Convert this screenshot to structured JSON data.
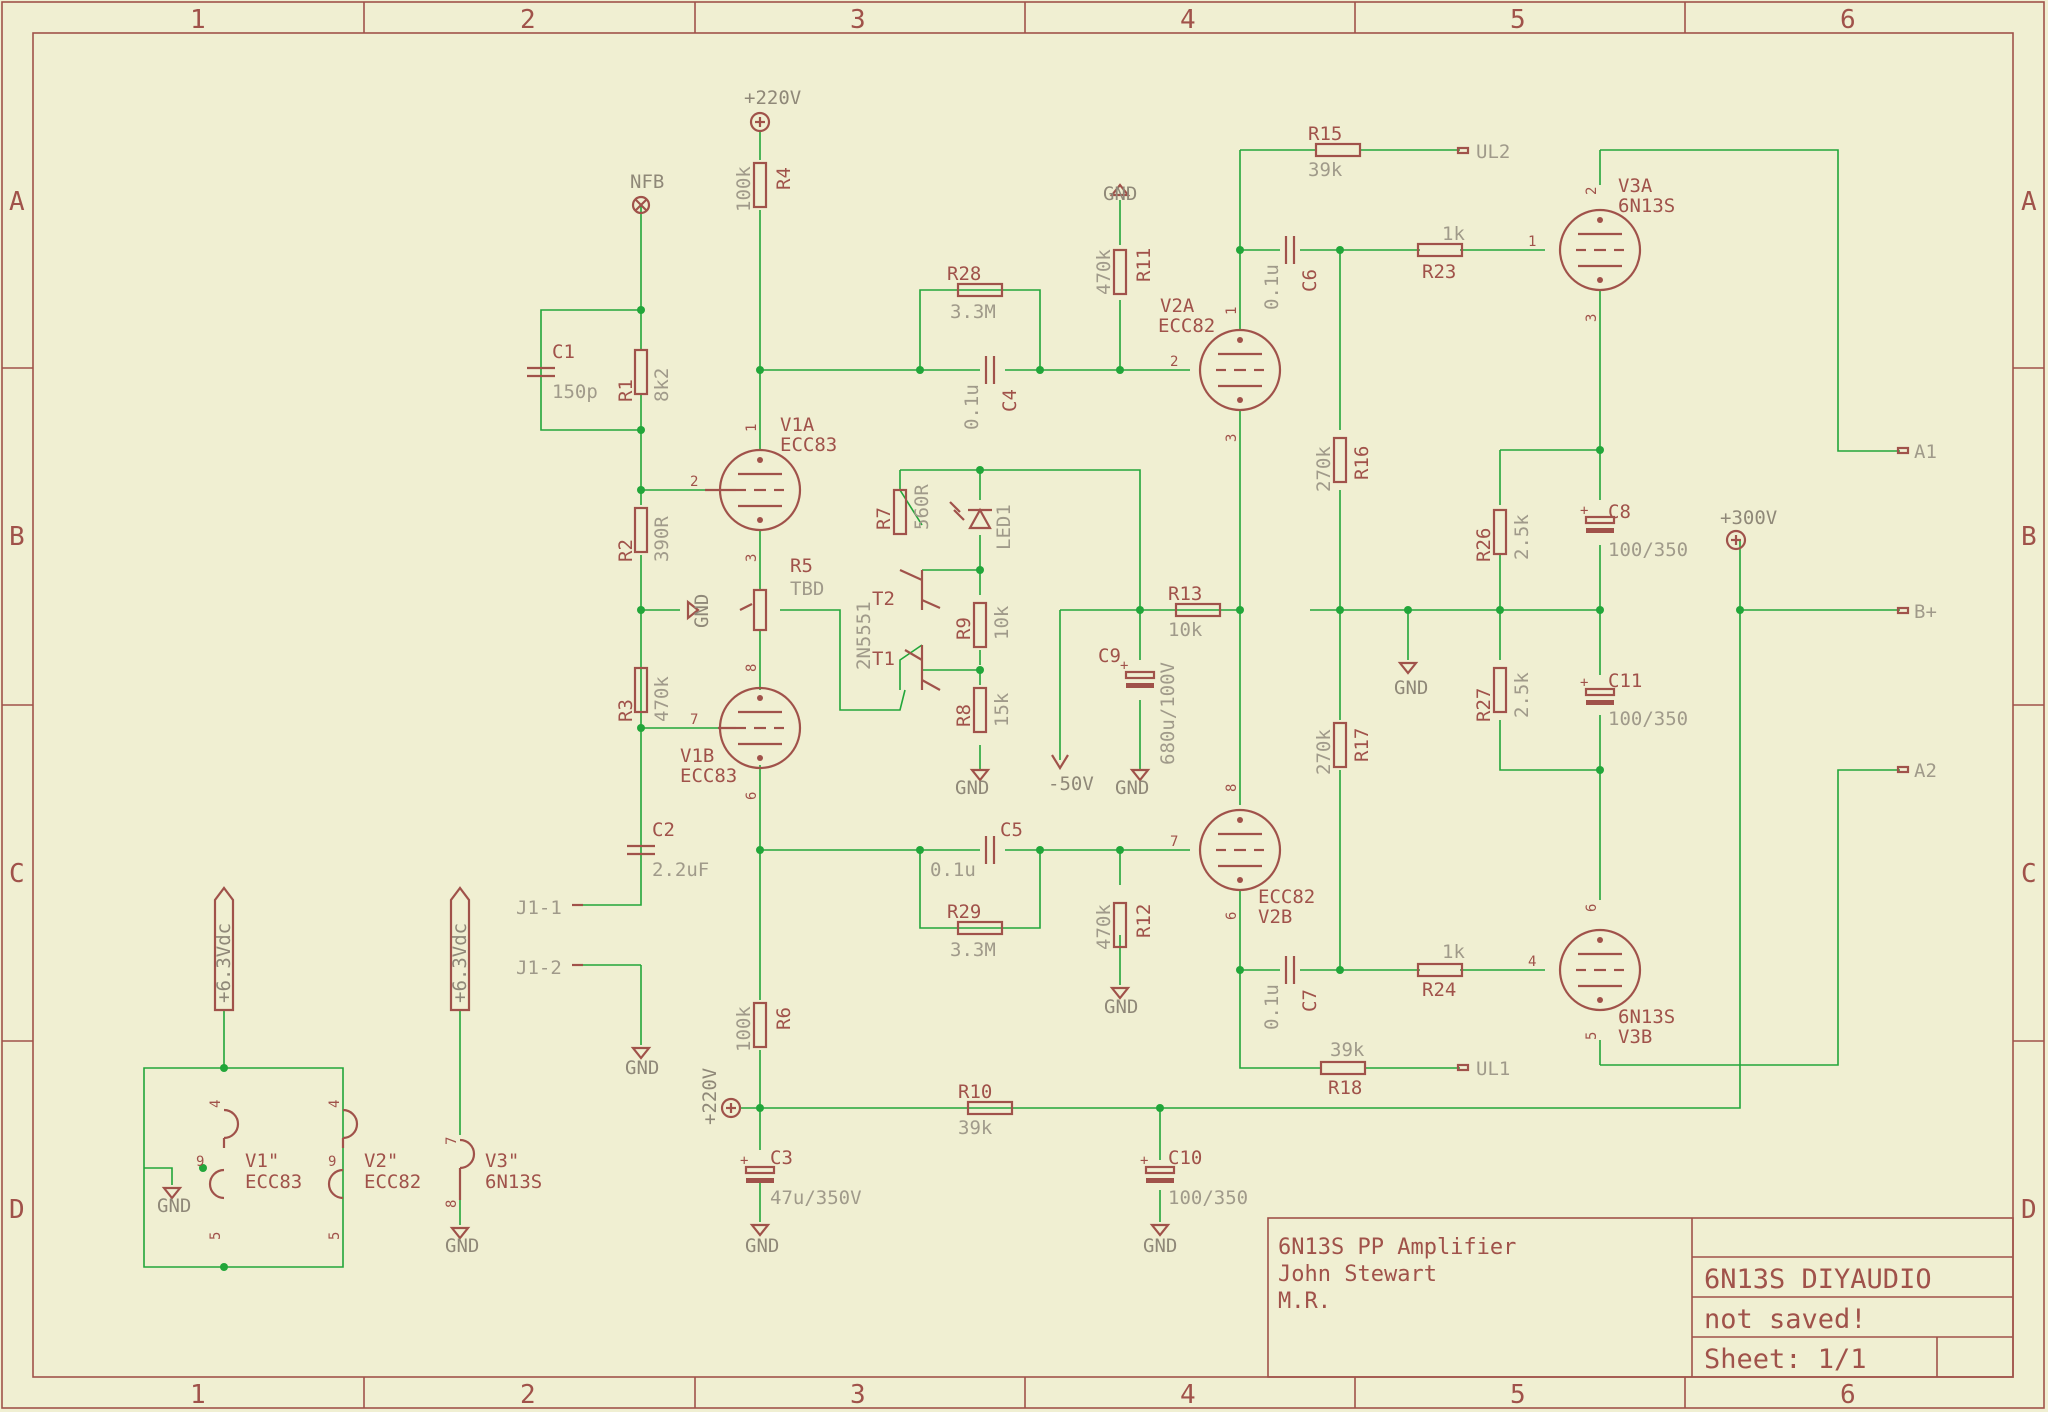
{
  "colors": {
    "background": "#f0efd2",
    "wire": "#22a63a",
    "component": "#a0524a",
    "value_text": "#a09a8a"
  },
  "frame": {
    "columns": [
      "1",
      "2",
      "3",
      "4",
      "5",
      "6"
    ],
    "rows": [
      "A",
      "B",
      "C",
      "D"
    ]
  },
  "title_block": {
    "project": "6N13S PP Amplifier",
    "author": "John Stewart",
    "initials": "M.R.",
    "drawing_name": "6N13S DIYAUDIO",
    "status": "not saved!",
    "sheet": "Sheet: 1/1"
  },
  "supplies": {
    "b220_top": "+220V",
    "b220_low": "+220V",
    "b300": "+300V",
    "neg50": "-50V",
    "nfb": "NFB",
    "heater_a": "+6.3Vdc",
    "heater_b": "+6.3Vdc"
  },
  "ports": {
    "ul2": "UL2",
    "ul1": "UL1",
    "a1": "A1",
    "bplus": "B+",
    "a2": "A2",
    "j11": "J1-1",
    "j12": "J1-2"
  },
  "gnd": "GND",
  "resistors": [
    {
      "ref": "R4",
      "val": "100k"
    },
    {
      "ref": "R1",
      "val": "8k2"
    },
    {
      "ref": "R2",
      "val": "390R"
    },
    {
      "ref": "R3",
      "val": "470k"
    },
    {
      "ref": "R6",
      "val": "100k"
    },
    {
      "ref": "R28",
      "val": "3.3M"
    },
    {
      "ref": "R29",
      "val": "3.3M"
    },
    {
      "ref": "R11",
      "val": "470k"
    },
    {
      "ref": "R12",
      "val": "470k"
    },
    {
      "ref": "R7",
      "val": "560R"
    },
    {
      "ref": "R9",
      "val": "10k"
    },
    {
      "ref": "R8",
      "val": "15k"
    },
    {
      "ref": "R13",
      "val": "10k"
    },
    {
      "ref": "R10",
      "val": "39k"
    },
    {
      "ref": "R15",
      "val": "39k"
    },
    {
      "ref": "R18",
      "val": "39k"
    },
    {
      "ref": "R16",
      "val": "270k"
    },
    {
      "ref": "R17",
      "val": "270k"
    },
    {
      "ref": "R23",
      "val": "1k"
    },
    {
      "ref": "R24",
      "val": "1k"
    },
    {
      "ref": "R26",
      "val": "2.5k"
    },
    {
      "ref": "R27",
      "val": "2.5k"
    },
    {
      "ref": "R5",
      "val": "TBD"
    }
  ],
  "capacitors": [
    {
      "ref": "C1",
      "val": "150p"
    },
    {
      "ref": "C2",
      "val": "2.2uF"
    },
    {
      "ref": "C4",
      "val": "0.1u"
    },
    {
      "ref": "C5",
      "val": "0.1u"
    },
    {
      "ref": "C6",
      "val": "0.1u"
    },
    {
      "ref": "C7",
      "val": "0.1u"
    },
    {
      "ref": "C9",
      "val": "680u/100V"
    },
    {
      "ref": "C3",
      "val": "47u/350V"
    },
    {
      "ref": "C10",
      "val": "100/350"
    },
    {
      "ref": "C8",
      "val": "100/350"
    },
    {
      "ref": "C11",
      "val": "100/350"
    }
  ],
  "tubes": [
    {
      "ref": "V1A",
      "type": "ECC83"
    },
    {
      "ref": "V1B",
      "type": "ECC83"
    },
    {
      "ref": "V2A",
      "type": "ECC82"
    },
    {
      "ref": "V2B",
      "type": "ECC82"
    },
    {
      "ref": "V3A",
      "type": "6N13S"
    },
    {
      "ref": "V3B",
      "type": "6N13S"
    }
  ],
  "semis": {
    "t1": "T1",
    "t2": "T2",
    "part": "2N5551",
    "led": "LED1"
  },
  "heaters": [
    {
      "ref": "V1\"",
      "type": "ECC83"
    },
    {
      "ref": "V2\"",
      "type": "ECC82"
    },
    {
      "ref": "V3\"",
      "type": "6N13S"
    }
  ],
  "pins": {
    "p1": "1",
    "p2": "2",
    "p3": "3",
    "p4": "4",
    "p5": "5",
    "p6": "6",
    "p7": "7",
    "p8": "8",
    "p9": "9"
  }
}
